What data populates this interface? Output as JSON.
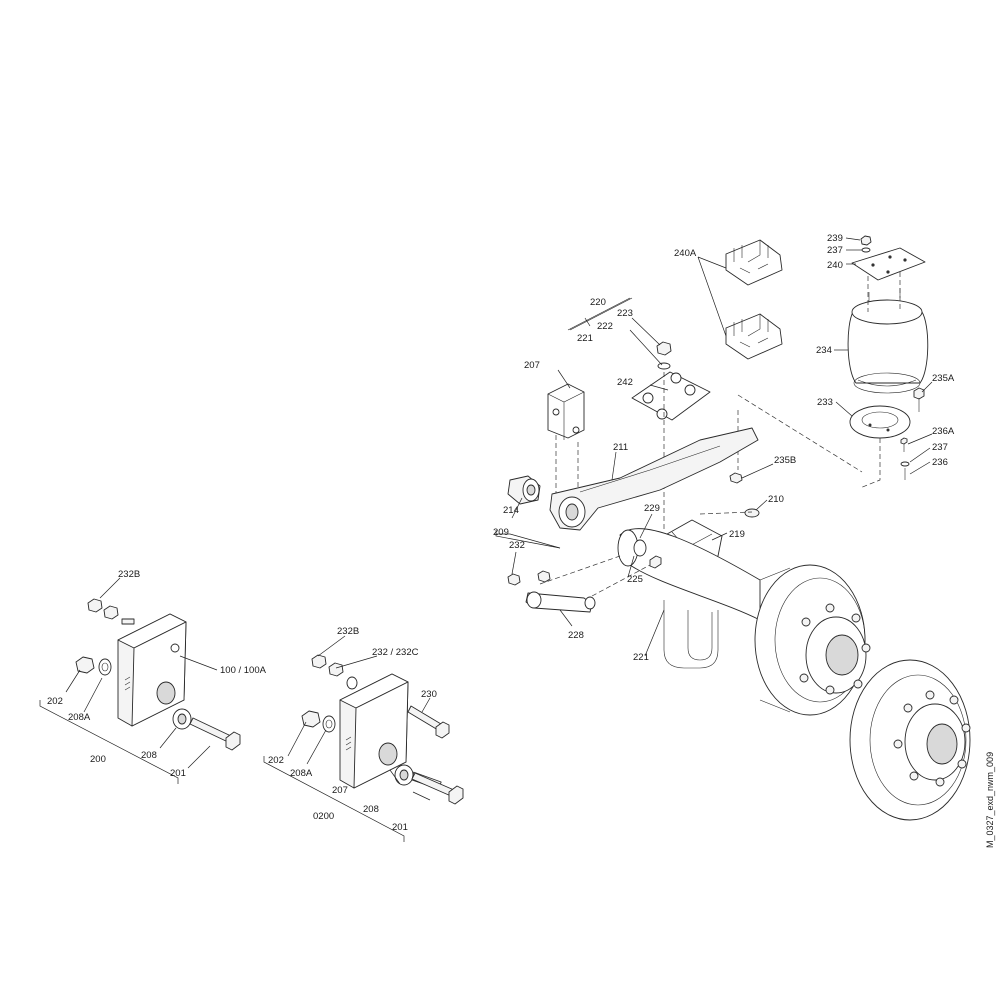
{
  "drawing_id": "M_0327_exd_nwm_009",
  "labels": {
    "l232B_a": "232B",
    "l100": "100 / 100A",
    "l202_a": "202",
    "l208A_a": "208A",
    "l208_a": "208",
    "l200": "200",
    "l201_a": "201",
    "l232B_b": "232B",
    "l232C": "232 / 232C",
    "l230": "230",
    "l202_b": "202",
    "l208A_b": "208A",
    "l207_a": "207",
    "l0200": "0200",
    "l208_b": "208",
    "l201_b": "201",
    "l240A": "240A",
    "l220": "220",
    "l223": "223",
    "l222": "222",
    "l221_a": "221",
    "l207_b": "207",
    "l242": "242",
    "l211": "211",
    "l214": "214",
    "l209": "209",
    "l229": "229",
    "l232": "232",
    "l225": "225",
    "l228": "228",
    "l219": "219",
    "l210": "210",
    "l235B": "235B",
    "l221_b": "221",
    "l239": "239",
    "l237_a": "237",
    "l240": "240",
    "l234": "234",
    "l235A": "235A",
    "l233": "233",
    "l236A": "236A",
    "l237_b": "237",
    "l236": "236"
  }
}
